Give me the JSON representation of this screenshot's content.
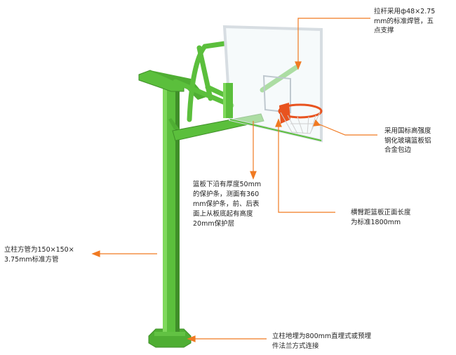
{
  "colors": {
    "frame_green": "#5bbf3c",
    "frame_dark": "#3f8f29",
    "rim_orange": "#e8531f",
    "callout_orange": "#f07a22",
    "board_edge": "#dde4e8",
    "text": "#222222"
  },
  "annotations": {
    "frame_tubes": {
      "lines": [
        "拉杆采用ф48×2.75",
        "mm的标准焊管，五",
        "点支撑"
      ]
    },
    "backboard_material": {
      "lines": [
        "采用国标高强度",
        "钢化玻璃篮板铝",
        "合金包边"
      ]
    },
    "backboard_edge": {
      "lines": [
        "篮板下沿有厚度50mm",
        "的保护条，测面有360",
        "mm保护条，前、后表",
        "面上从板底起有高度",
        "20mm保护层"
      ]
    },
    "arm_length": {
      "lines": [
        "横臂距篮板正面长度",
        "为标准1800mm"
      ]
    },
    "post_spec": {
      "lines": [
        "立柱方管为150×150×",
        "3.75mm标准方管"
      ]
    },
    "foundation": {
      "lines": [
        "立柱地埋为800mm直埋式或预埋",
        "件法兰方式连接"
      ]
    }
  }
}
